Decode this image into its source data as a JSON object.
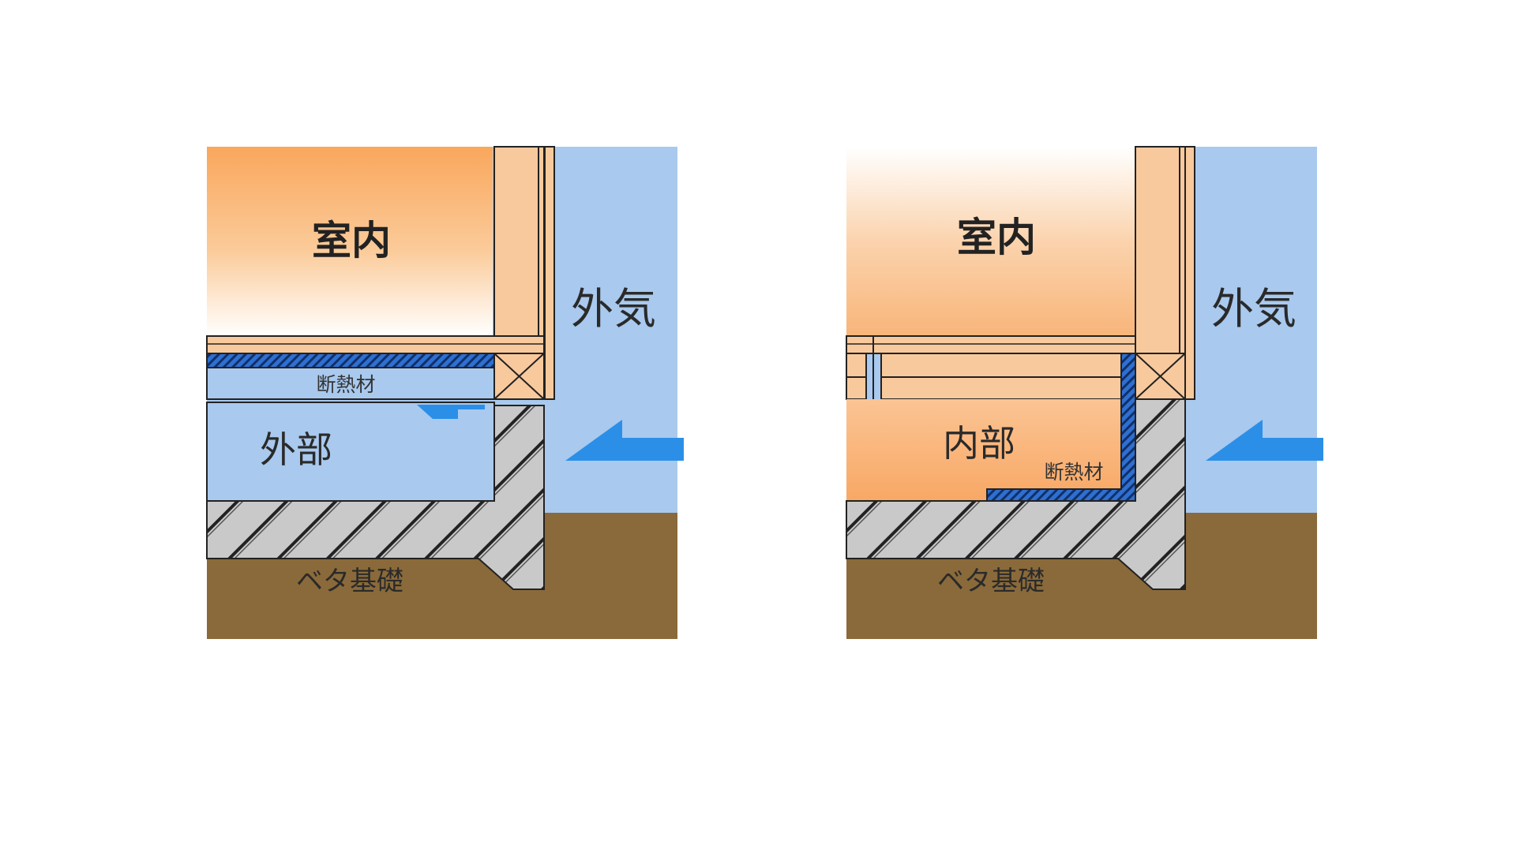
{
  "colors": {
    "air": "#a9c9ee",
    "soil": "#8a6a3a",
    "concrete": "#c9c9c9",
    "wood": "#f8c99d",
    "insulation": "#2f6fd0",
    "arrow": "#2b8fe8",
    "room_top": "#f9a75c",
    "line": "#222222"
  },
  "left": {
    "room_label": "室内",
    "outside_label": "外気",
    "underfloor_label": "外部",
    "insulation_label": "断熱材",
    "foundation_label": "ベタ基礎"
  },
  "right": {
    "room_label": "室内",
    "outside_label": "外気",
    "underfloor_label": "内部",
    "insulation_label": "断熱材",
    "foundation_label": "ベタ基礎"
  }
}
